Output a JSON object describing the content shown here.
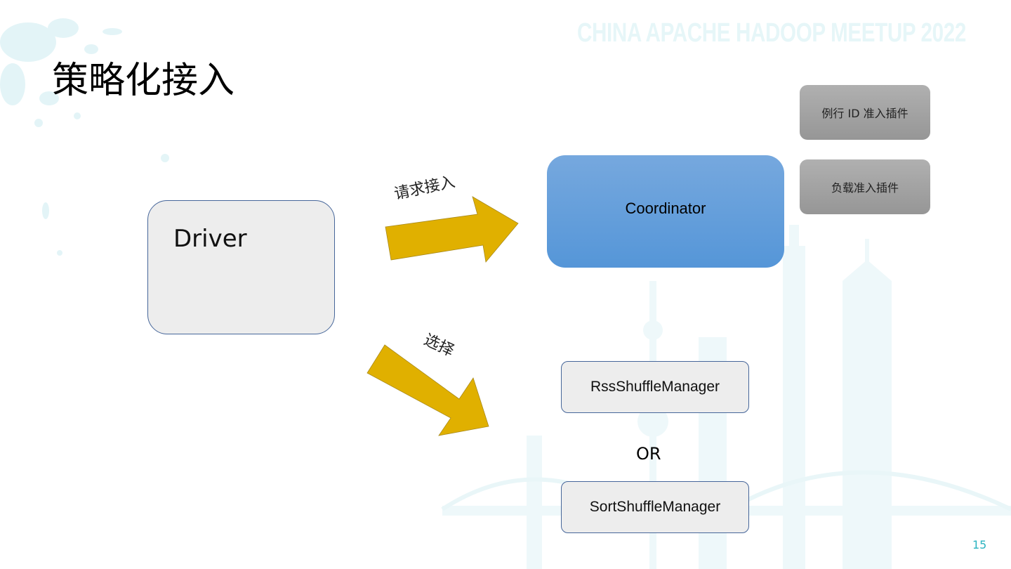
{
  "slide": {
    "watermark": "CHINA APACHE HADOOP MEETUP 2022",
    "title": "策略化接入",
    "page_number": "15"
  },
  "diagram": {
    "driver_label": "Driver",
    "coordinator_label": "Coordinator",
    "plugins": [
      {
        "label": "例行 ID 准入插件"
      },
      {
        "label": "负载准入插件"
      }
    ],
    "arrows": [
      {
        "label": "请求接入",
        "from": "Driver",
        "to": "Coordinator"
      },
      {
        "label": "选择",
        "from": "Driver",
        "to": "RssShuffleManager"
      }
    ],
    "managers": [
      {
        "label": "RssShuffleManager"
      },
      {
        "label": "SortShuffleManager"
      }
    ],
    "or_label": "OR"
  },
  "colors": {
    "arrow": "#e0b000",
    "coordinator": "#5f9ddb",
    "plugin": "#a3a3a3",
    "box_border": "#46669a",
    "page_number": "#2bb3c0"
  }
}
